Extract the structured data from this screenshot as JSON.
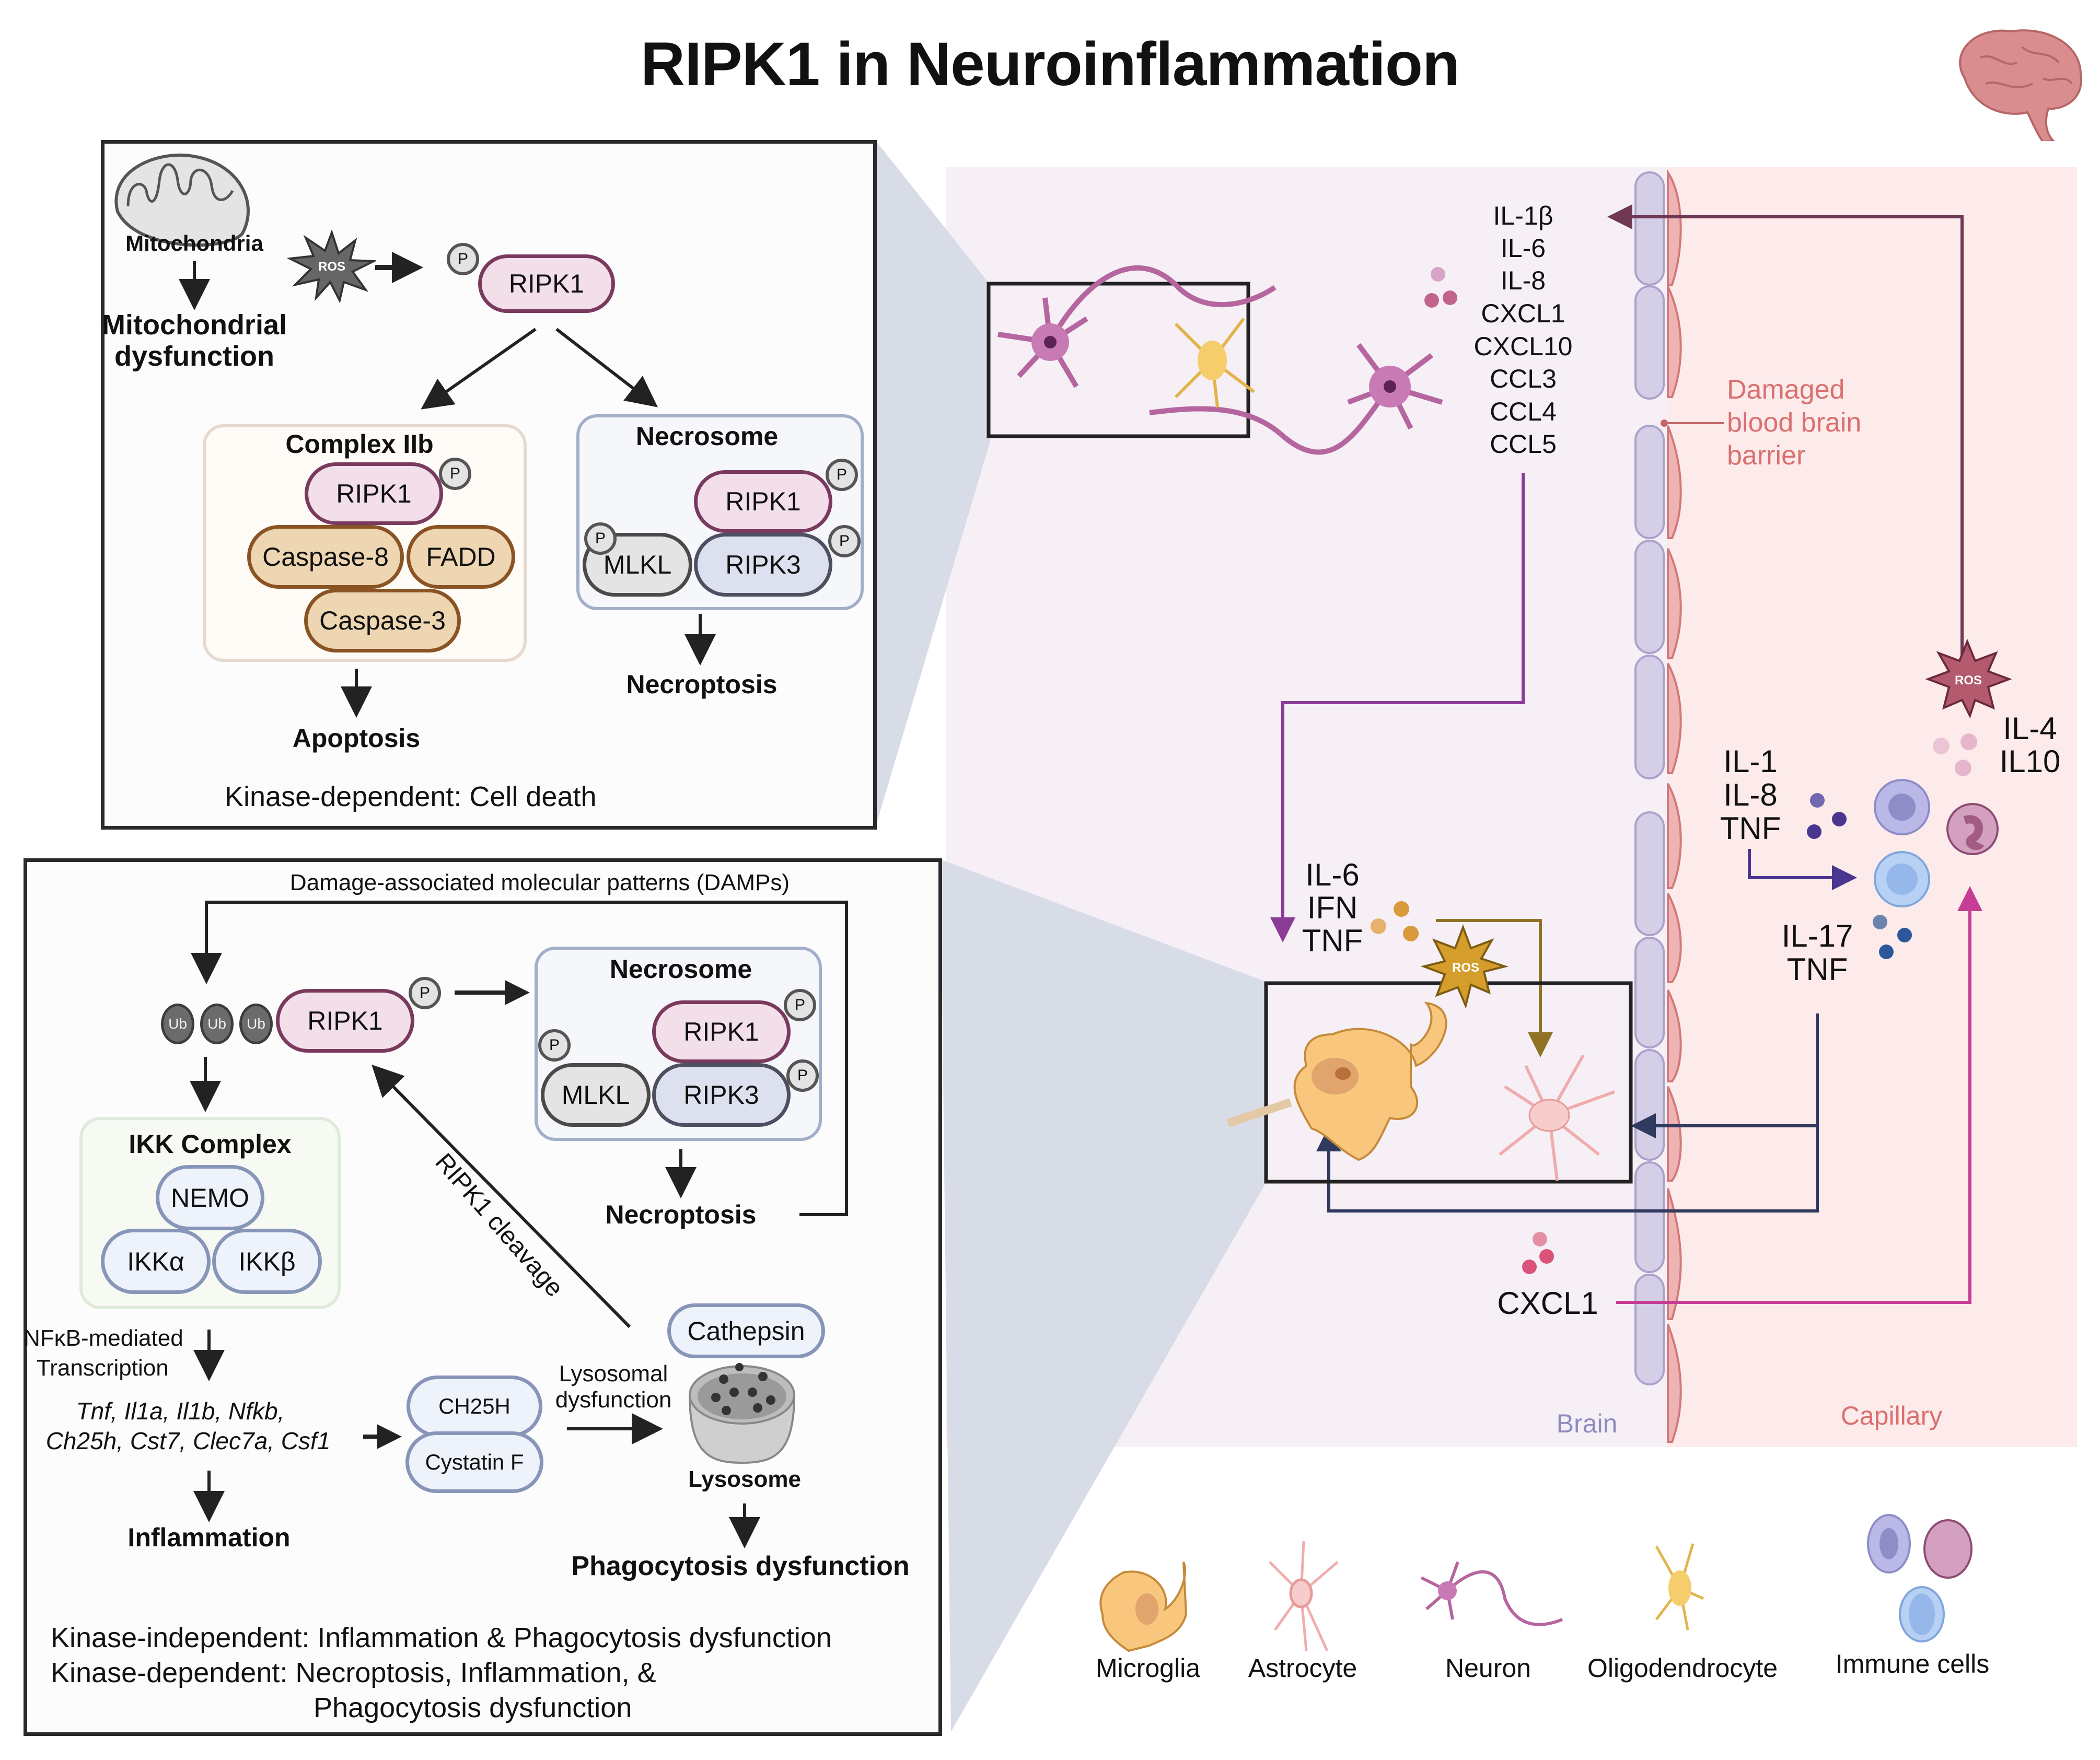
{
  "title": "RIPK1 in Neuroinflammation",
  "icons": {
    "brain": "brain-icon",
    "ros": "ros-starburst-icon",
    "mitochondria": "mitochondria-icon",
    "lysosome": "lysosome-icon"
  },
  "panel_top": {
    "mitochondria_label": "Mitochondria",
    "mito_dysfunction_line1": "Mitochondrial",
    "mito_dysfunction_line2": "dysfunction",
    "ros_label": "ROS",
    "p_label": "P",
    "ripk1": "RIPK1",
    "complex_iib": {
      "title": "Complex IIb",
      "ripk1": "RIPK1",
      "caspase8": "Caspase-8",
      "fadd": "FADD",
      "caspase3": "Caspase-3"
    },
    "necrosome": {
      "title": "Necrosome",
      "ripk1": "RIPK1",
      "mlkl": "MLKL",
      "ripk3": "RIPK3"
    },
    "apoptosis": "Apoptosis",
    "necroptosis": "Necroptosis",
    "footer": "Kinase-dependent:  Cell death"
  },
  "panel_bottom": {
    "damps": "Damage-associated molecular patterns (DAMPs)",
    "ub_label": "Ub",
    "p_label": "P",
    "ripk1": "RIPK1",
    "necrosome": {
      "title": "Necrosome",
      "ripk1": "RIPK1",
      "mlkl": "MLKL",
      "ripk3": "RIPK3"
    },
    "necroptosis": "Necroptosis",
    "ripk1_cleavage": "RIPK1 cleavage",
    "ikk": {
      "title": "IKK Complex",
      "nemo": "NEMO",
      "ikka": "IKKα",
      "ikkb": "IKKβ"
    },
    "nfkb_line1": "NFκB-mediated",
    "nfkb_line2": "Transcription",
    "genes_line1": "Tnf, Il1a, Il1b, Nfkb,",
    "genes_line2": "Ch25h, Cst7, Clec7a,  Csf1",
    "inflammation": "Inflammation",
    "ch25h": "CH25H",
    "cystatin_f": "Cystatin F",
    "cathepsin": "Cathepsin",
    "lysosomal_line1": "Lysosomal",
    "lysosomal_line2": "dysfunction",
    "lysosome": "Lysosome",
    "phagocytosis": "Phagocytosis dysfunction",
    "footer_line1": "Kinase-independent: Inflammation & Phagocytosis dysfunction",
    "footer_line2": "Kinase-dependent:  Necroptosis, Inflammation, &",
    "footer_line3": "Phagocytosis dysfunction"
  },
  "scene": {
    "cytokines_top": [
      "IL-1β",
      "IL-6",
      "IL-8",
      "CXCL1",
      "CXCL10",
      "CCL3",
      "CCL4",
      "CCL5"
    ],
    "damaged_bbb": [
      "Damaged",
      "blood brain",
      "barrier"
    ],
    "microglia_cytokines": [
      "IL-6",
      "IFN",
      "TNF"
    ],
    "ros_label": "ROS",
    "capillary_cytokines_1": [
      "IL-1",
      "IL-8",
      "TNF"
    ],
    "capillary_cytokines_2": [
      "IL-17",
      "TNF"
    ],
    "anti_inflammatory": [
      "IL-4",
      "IL10"
    ],
    "cxcl1": "CXCL1",
    "brain_label": "Brain",
    "capillary_label": "Capillary"
  },
  "legend": {
    "items": [
      "Microglia",
      "Astrocyte",
      "Neuron",
      "Oligodendrocyte",
      "Immune cells"
    ]
  },
  "colors": {
    "brain_bg": "#f6f0f6",
    "capillary_bg": "#fcebea",
    "brain_text": "#8d8cbf",
    "capillary_text": "#d9706f",
    "ripk1_fill": "#f3dfea",
    "caspase_fill": "#eed6b3"
  }
}
